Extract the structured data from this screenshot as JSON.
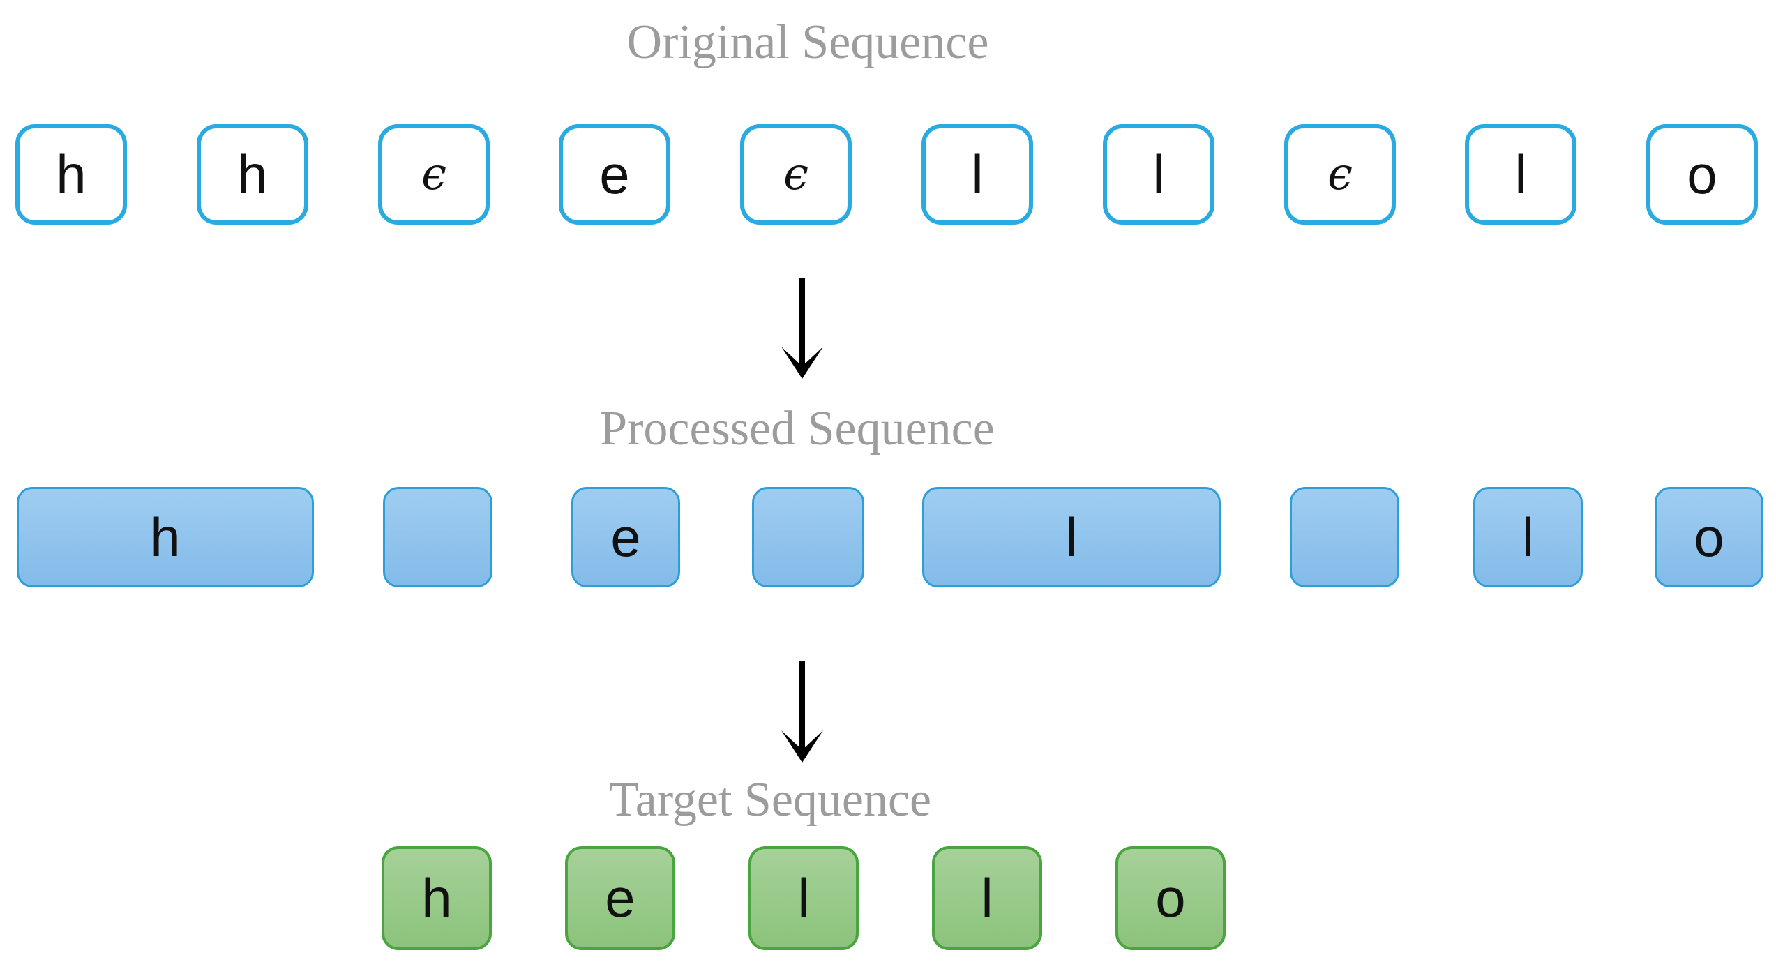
{
  "rows": {
    "original": {
      "label": "Original Sequence",
      "tokens": [
        "h",
        "h",
        "ϵ",
        "e",
        "ϵ",
        "l",
        "l",
        "ϵ",
        "l",
        "o"
      ]
    },
    "processed": {
      "label": "Processed Sequence",
      "tokens": [
        "h",
        "",
        "e",
        "",
        "l",
        "",
        "l",
        "o"
      ]
    },
    "target": {
      "label": "Target Sequence",
      "tokens": [
        "h",
        "e",
        "l",
        "l",
        "o"
      ]
    }
  },
  "epsilon_char": "ϵ",
  "colors": {
    "original_border": "#29abe2",
    "processed_border": "#2e9fd6",
    "processed_fill_top": "#9fcdf1",
    "processed_fill_bottom": "#83bbe9",
    "target_border": "#4aa53f",
    "target_fill_top": "#a6d199",
    "target_fill_bottom": "#8cc37c",
    "label_gray": "#9c9c9c",
    "arrow_black": "#000000"
  }
}
